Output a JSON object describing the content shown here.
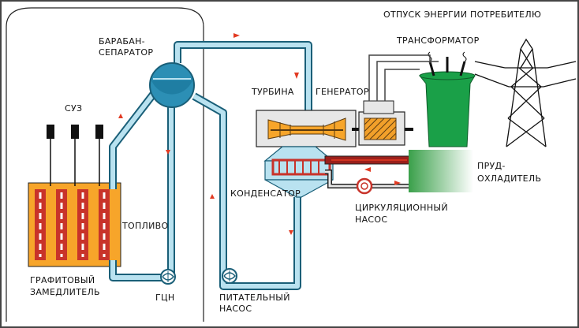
{
  "labels": {
    "energy_output": "ОТПУСК ЭНЕРГИИ ПОТРЕБИТЕЛЮ",
    "transformer": "ТРАНСФОРМАТОР",
    "drum_line1": "БАРАБАН-",
    "drum_line2": "СЕПАРАТОР",
    "turbine": "ТУРБИНА",
    "generator": "ГЕНЕРАТОР",
    "control_rods": "СУЗ",
    "fuel": "ТОПЛИВО",
    "condenser": "КОНДЕНСАТОР",
    "pond_line1": "ПРУД-",
    "pond_line2": "ОХЛАДИТЕЛЬ",
    "circ_pump_line1": "ЦИРКУЛЯЦИОННЫЙ",
    "circ_pump_line2": "НАСОС",
    "moderator_line1": "ГРАФИТОВЫЙ",
    "moderator_line2": "ЗАМЕДЛИТЕЛЬ",
    "main_pump": "ГЦН",
    "feed_pump_line1": "ПИТАТЕЛЬНЫЙ",
    "feed_pump_line2": "НАСОС"
  },
  "colors": {
    "water": "#b9e2f0",
    "pipe_outline": "#1a5f78",
    "drum": "#2c8fb5",
    "core": "#f7a52a",
    "rod": "#c8332a",
    "machinery": "#e7e7e7",
    "pond": "#3faa4d",
    "tower": "#1aa048",
    "arrow": "#e23a22"
  }
}
